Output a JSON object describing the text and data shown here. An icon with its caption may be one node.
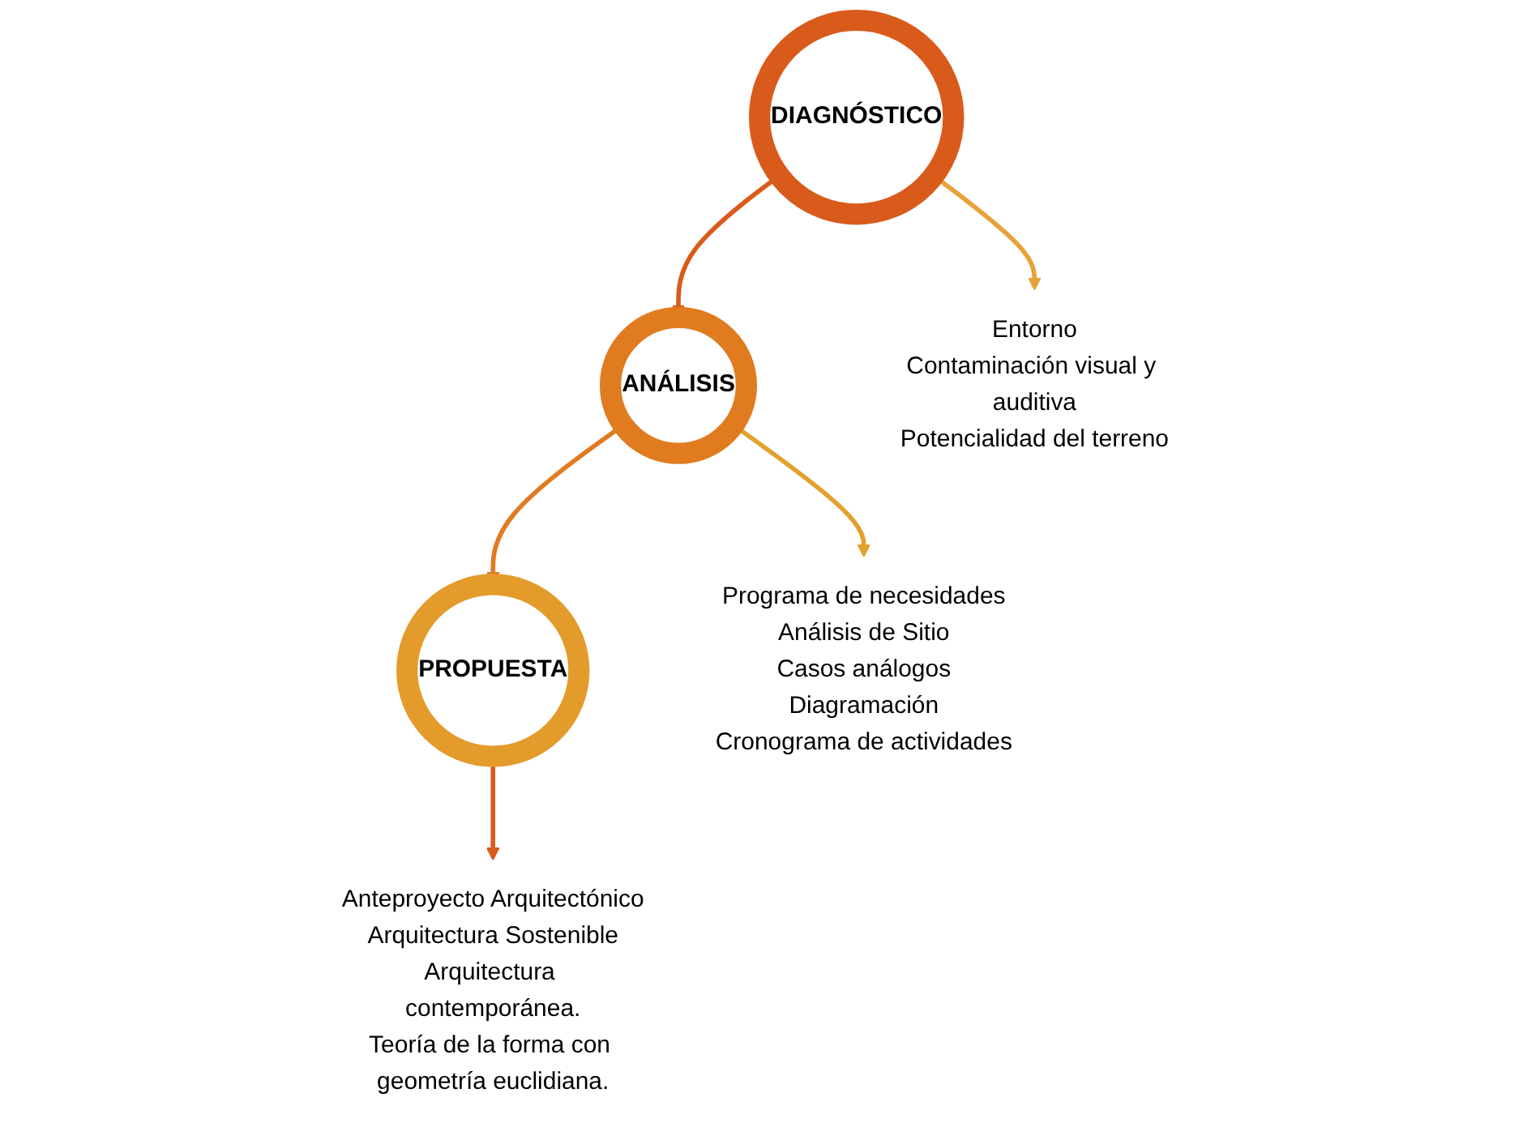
{
  "diagram": {
    "nodes": [
      {
        "text": [
          "DIAGNÓSTICO"
        ]
      },
      {
        "text": [
          "ANÁLISIS"
        ]
      },
      {
        "text": [
          "PROPUESTA"
        ]
      },
      {
        "text": [
          "Entorno",
          "Contaminación visual y auditiva",
          "Potencialidad del terreno"
        ]
      },
      {
        "text": [
          "Programa de necesidades",
          "Análisis de Sitio",
          "Casos análogos",
          "Diagramación",
          "Cronograma de actividades"
        ]
      },
      {
        "text": [
          "Anteproyecto Arquitectónico",
          "Arquitectura Sostenible",
          "Arquitectura contemporánea.",
          "Teoría de la forma con geometría euclidiana."
        ]
      }
    ],
    "edges": [
      {
        "from": 0,
        "to": 3,
        "arrow": "to",
        "color": "#e8a23a"
      },
      {
        "from": 0,
        "to": 1,
        "arrow": "to",
        "color": "#d95b1c"
      },
      {
        "from": 1,
        "to": 4,
        "arrow": "to",
        "color": "#e3a12f"
      },
      {
        "from": 1,
        "to": 2,
        "arrow": "to",
        "color": "#e07b20"
      },
      {
        "from": 2,
        "to": 5,
        "arrow": "to",
        "color": "#d95b1c"
      }
    ]
  }
}
